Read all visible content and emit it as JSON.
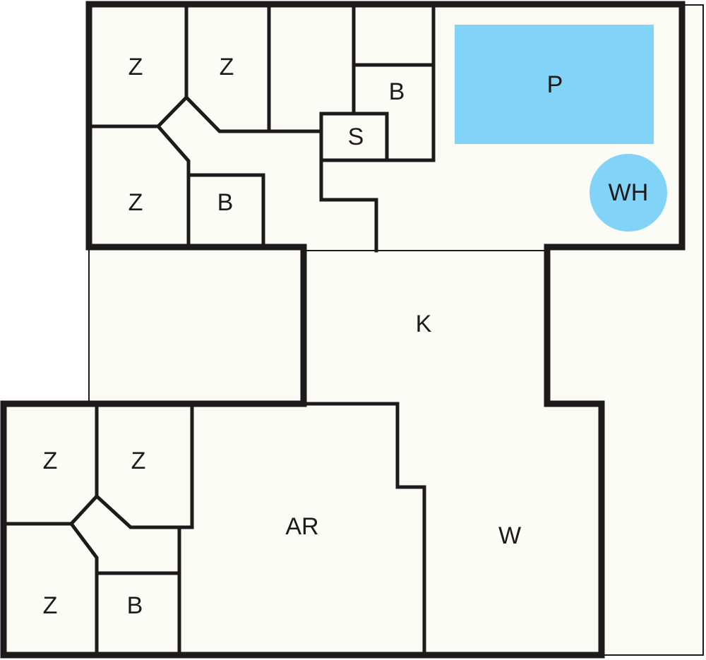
{
  "plan": {
    "colors": {
      "wall": "#1e1a1b",
      "floor": "#fcfcf7",
      "water": "#81d4f7"
    },
    "labels": {
      "upper_z1": "Z",
      "upper_z2": "Z",
      "upper_z3": "Z",
      "upper_b1": "B",
      "upper_b2": "B",
      "upper_s": "S",
      "pool": "P",
      "whirlpool": "WH",
      "kitchen": "K",
      "lower_z1": "Z",
      "lower_z2": "Z",
      "lower_z3": "Z",
      "lower_b": "B",
      "ar": "AR",
      "w": "W"
    }
  }
}
